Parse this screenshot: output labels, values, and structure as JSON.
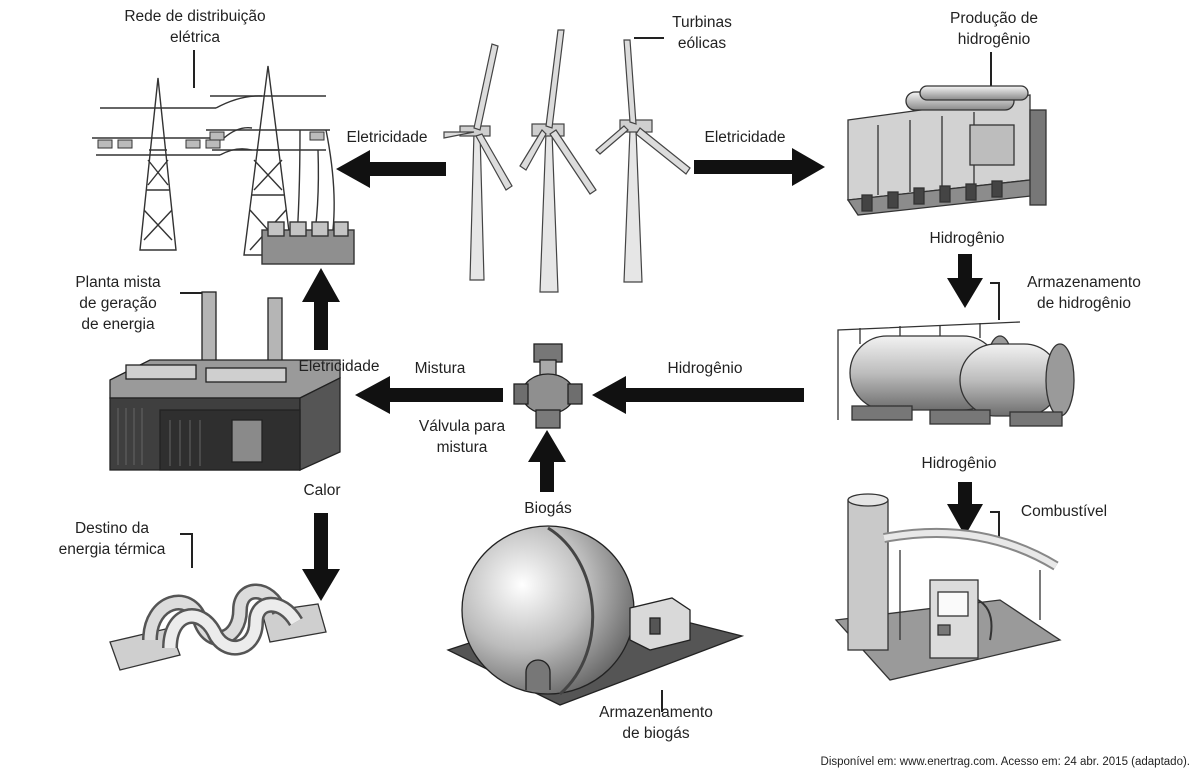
{
  "labels": {
    "rede": "Rede de distribuição\nelétrica",
    "turbinas": "Turbinas\neólicas",
    "producao": "Produção de\nhidrogênio",
    "eletricidade_esq": "Eletricidade",
    "eletricidade_dir": "Eletricidade",
    "hidrogenio_1": "Hidrogênio",
    "armazenamento_h": "Armazenamento\nde hidrogênio",
    "planta": "Planta mista\nde geração\nde energia",
    "eletricidade_planta": "Eletricidade",
    "mistura": "Mistura",
    "hidrogenio_2": "Hidrogênio",
    "valvula": "Válvula para\nmistura",
    "hidrogenio_3": "Hidrogênio",
    "calor": "Calor",
    "biogas": "Biogás",
    "combustivel": "Combustível",
    "destino": "Destino da\nenergia térmica",
    "armazenamento_b": "Armazenamento\nde biogás",
    "fonte": "Disponível em: www.enertrag.com. Acesso em: 24 abr. 2015 (adaptado)."
  },
  "colors": {
    "arrow": "#111111",
    "line": "#333333",
    "fill_dark": "#555555",
    "fill_mid": "#9a9a9a",
    "fill_light": "#d8d8d8"
  }
}
